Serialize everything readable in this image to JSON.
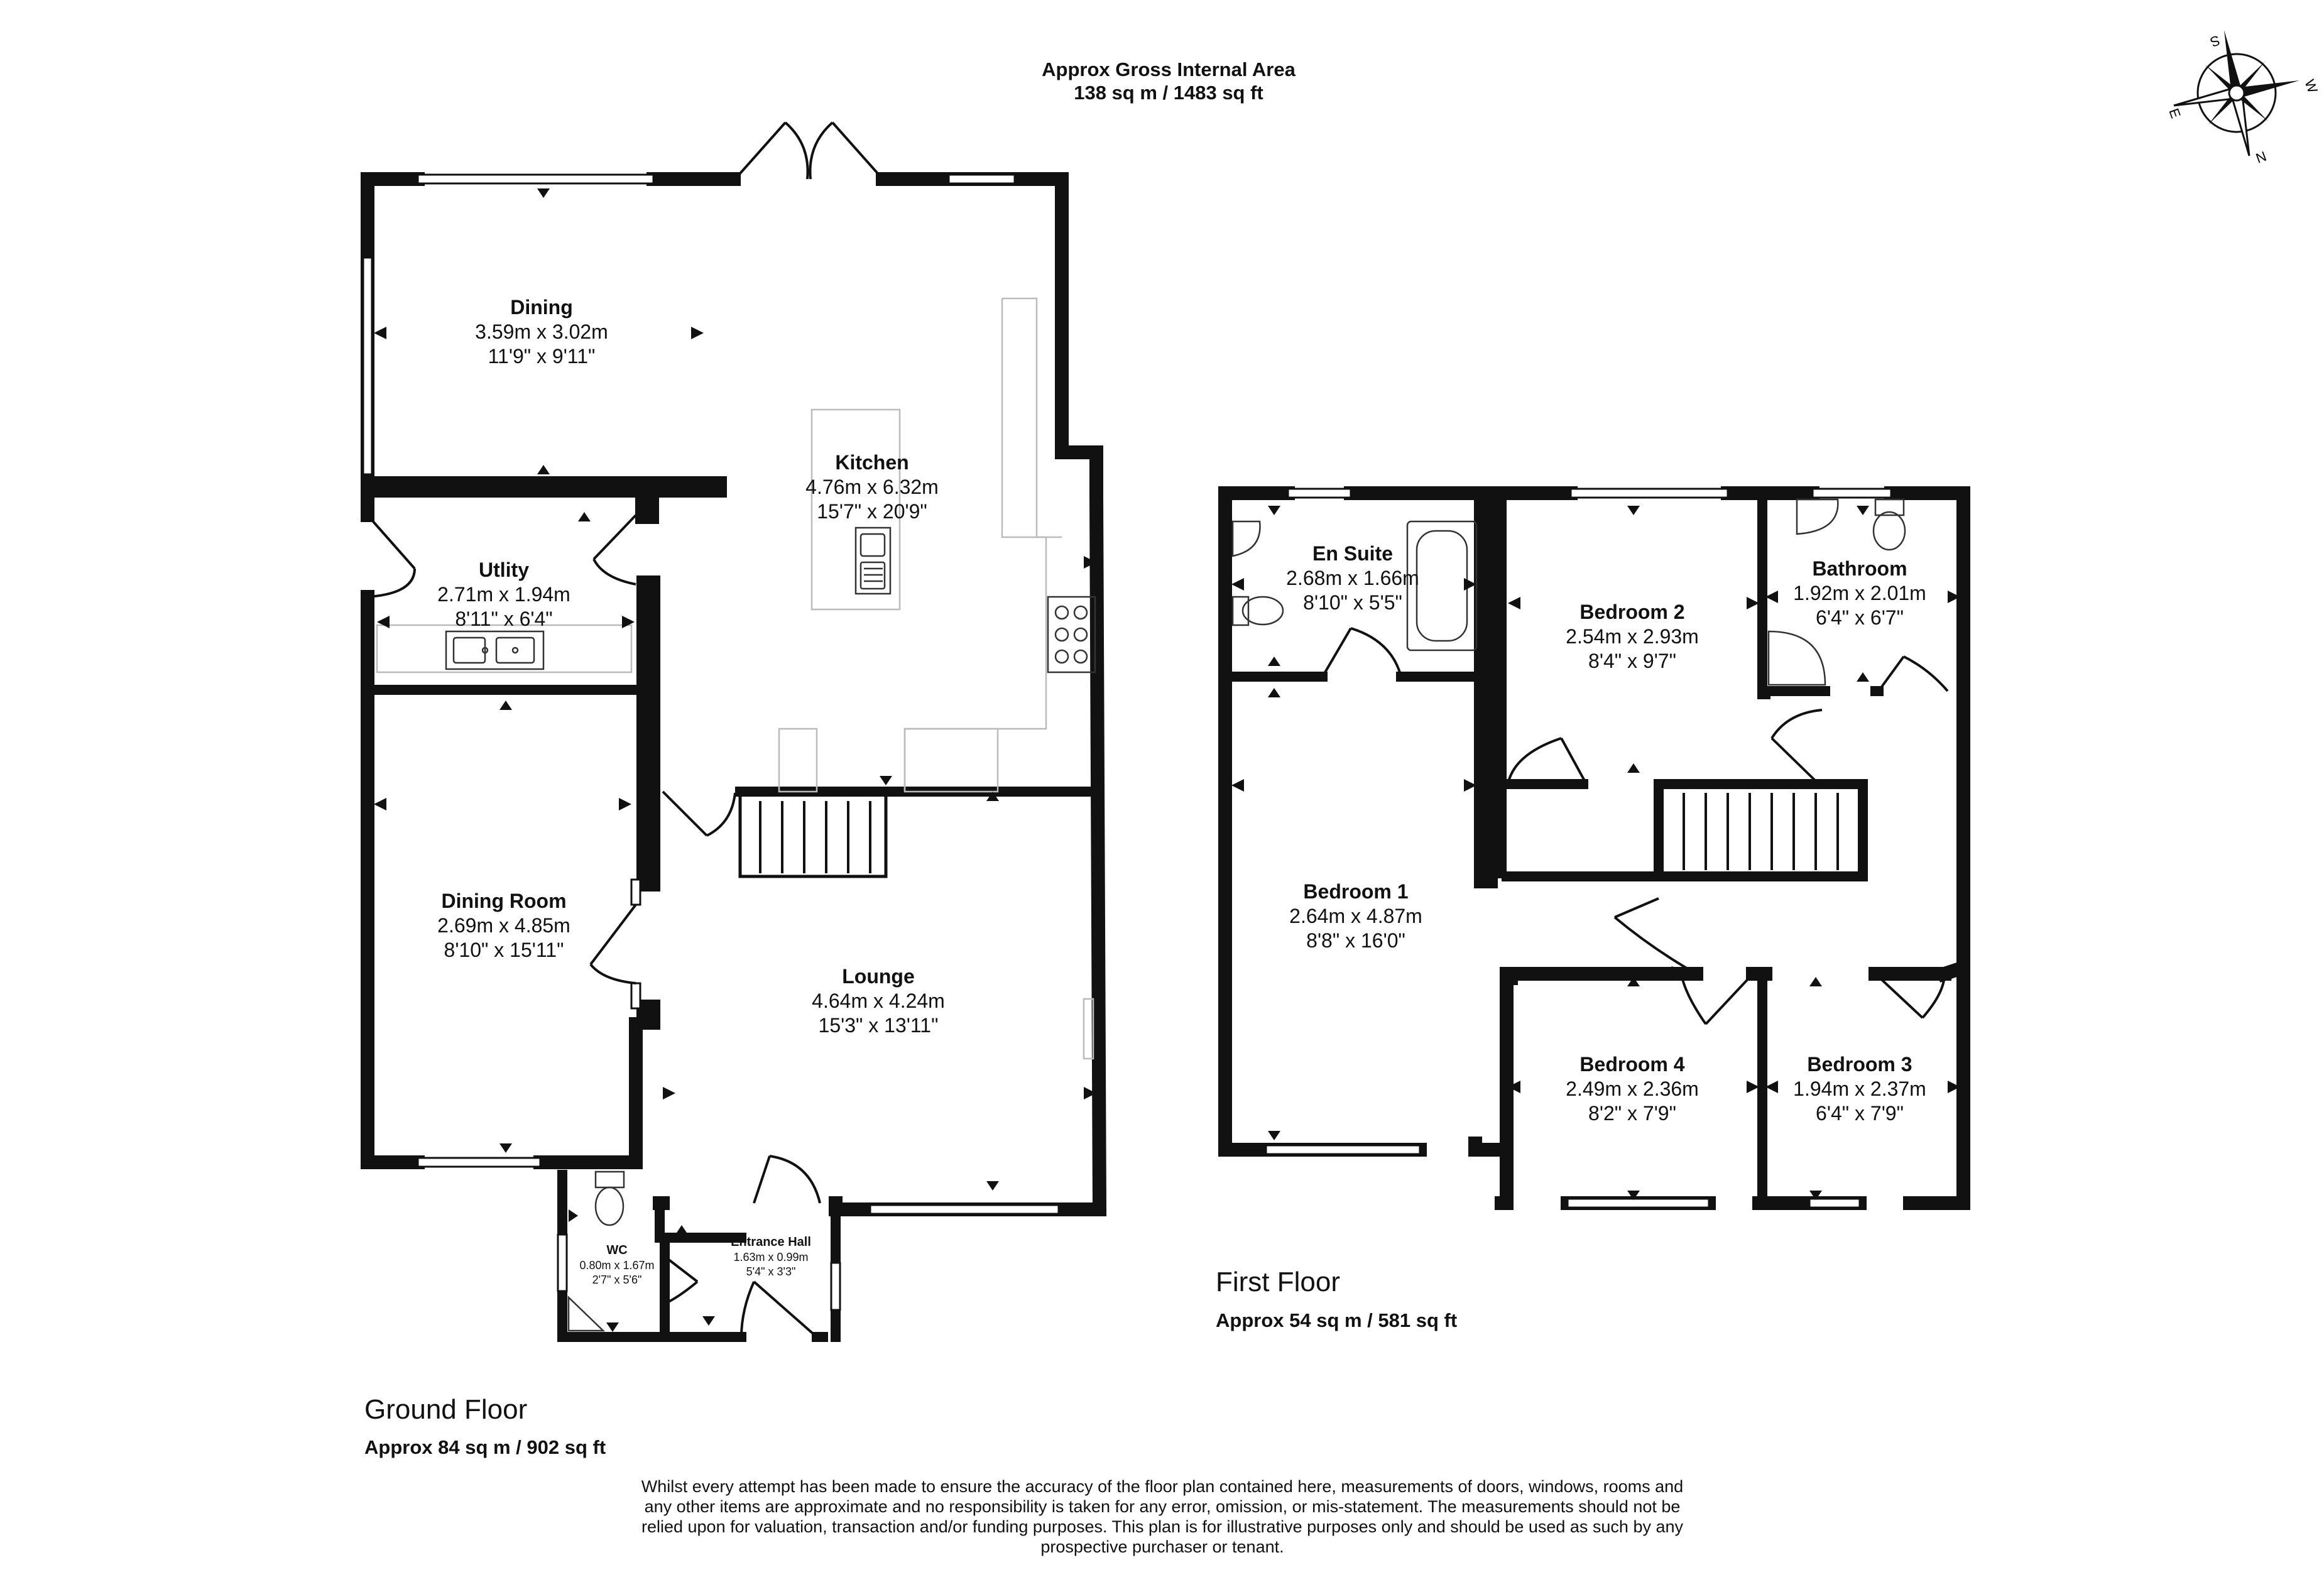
{
  "header": {
    "gross_area_label": "Approx Gross Internal Area",
    "gross_area_value": "138 sq m / 1483 sq ft"
  },
  "compass": {
    "icon": "compass-rose-icon",
    "north": "N",
    "south": "S",
    "east": "E",
    "west": "W"
  },
  "ground_floor": {
    "title": "Ground Floor",
    "area": "Approx 84 sq m / 902 sq ft",
    "rooms": {
      "dining": {
        "name": "Dining",
        "metric": "3.59m x 3.02m",
        "imperial": "11'9\" x 9'11\""
      },
      "kitchen": {
        "name": "Kitchen",
        "metric": "4.76m x 6.32m",
        "imperial": "15'7\" x 20'9\""
      },
      "utility": {
        "name": "Utlity",
        "metric": "2.71m x 1.94m",
        "imperial": "8'11\" x 6'4\""
      },
      "dining_room": {
        "name": "Dining Room",
        "metric": "2.69m x 4.85m",
        "imperial": "8'10\" x 15'11\""
      },
      "lounge": {
        "name": "Lounge",
        "metric": "4.64m x 4.24m",
        "imperial": "15'3\" x 13'11\""
      },
      "wc": {
        "name": "WC",
        "metric": "0.80m x 1.67m",
        "imperial": "2'7\" x 5'6\""
      },
      "entrance_hall": {
        "name": "Entrance Hall",
        "metric": "1.63m x 0.99m",
        "imperial": "5'4\" x 3'3\""
      }
    }
  },
  "first_floor": {
    "title": "First Floor",
    "area": "Approx 54 sq m / 581 sq ft",
    "rooms": {
      "en_suite": {
        "name": "En Suite",
        "metric": "2.68m x 1.66m",
        "imperial": "8'10\" x 5'5\""
      },
      "bedroom_2": {
        "name": "Bedroom 2",
        "metric": "2.54m x 2.93m",
        "imperial": "8'4\" x 9'7\""
      },
      "bathroom": {
        "name": "Bathroom",
        "metric": "1.92m x 2.01m",
        "imperial": "6'4\" x 6'7\""
      },
      "bedroom_1": {
        "name": "Bedroom 1",
        "metric": "2.64m x 4.87m",
        "imperial": "8'8\" x 16'0\""
      },
      "bedroom_4": {
        "name": "Bedroom 4",
        "metric": "2.49m x 2.36m",
        "imperial": "8'2\" x 7'9\""
      },
      "bedroom_3": {
        "name": "Bedroom 3",
        "metric": "1.94m x 2.37m",
        "imperial": "6'4\" x 7'9\""
      }
    }
  },
  "disclaimer": [
    "Whilst every attempt has been made to ensure the accuracy of the floor plan contained here, measurements of doors, windows, rooms and",
    "any other items are approximate and no responsibility is taken for any error, omission, or mis-statement. The measurements should not be",
    "relied upon for valuation, transaction and/or funding purposes. This plan is for illustrative purposes only and should be used as such by any",
    "prospective purchaser or tenant."
  ],
  "colors": {
    "wall": "#111111",
    "background": "#ffffff",
    "fixture_line": "#cccccc"
  }
}
